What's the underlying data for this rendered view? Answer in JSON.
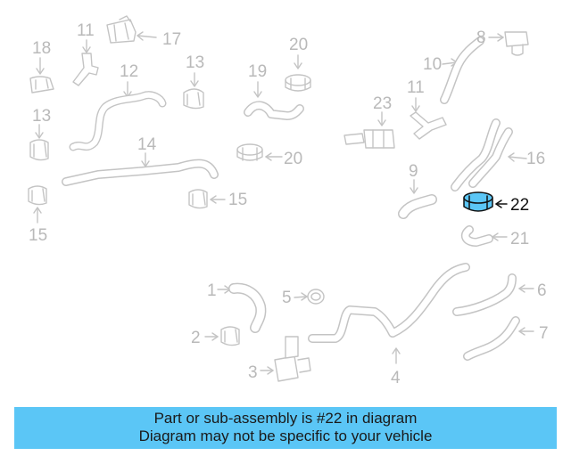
{
  "diagram": {
    "highlight_part": "22",
    "colors": {
      "part_stroke": "#c4c4c4",
      "part_fill": "#ffffff",
      "label": "#b9b9b9",
      "highlight_fill": "#5bc6f6",
      "highlight_stroke": "#111111",
      "banner_bg": "#5bc6f6"
    },
    "callouts": [
      {
        "id": "part-18",
        "label": "18"
      },
      {
        "id": "part-11-top",
        "label": "11"
      },
      {
        "id": "part-17",
        "label": "17"
      },
      {
        "id": "part-12",
        "label": "12"
      },
      {
        "id": "part-13-top",
        "label": "13"
      },
      {
        "id": "part-20-top",
        "label": "20"
      },
      {
        "id": "part-19",
        "label": "19"
      },
      {
        "id": "part-8",
        "label": "8"
      },
      {
        "id": "part-10",
        "label": "10"
      },
      {
        "id": "part-13-left",
        "label": "13"
      },
      {
        "id": "part-14",
        "label": "14"
      },
      {
        "id": "part-23",
        "label": "23"
      },
      {
        "id": "part-11-right",
        "label": "11"
      },
      {
        "id": "part-16",
        "label": "16"
      },
      {
        "id": "part-20-mid",
        "label": "20"
      },
      {
        "id": "part-9",
        "label": "9"
      },
      {
        "id": "part-22",
        "label": "22"
      },
      {
        "id": "part-15-right",
        "label": "15"
      },
      {
        "id": "part-15-left",
        "label": "15"
      },
      {
        "id": "part-21",
        "label": "21"
      },
      {
        "id": "part-1",
        "label": "1"
      },
      {
        "id": "part-5",
        "label": "5"
      },
      {
        "id": "part-6",
        "label": "6"
      },
      {
        "id": "part-2",
        "label": "2"
      },
      {
        "id": "part-7",
        "label": "7"
      },
      {
        "id": "part-3",
        "label": "3"
      },
      {
        "id": "part-4",
        "label": "4"
      }
    ]
  },
  "banner": {
    "line1": "Part or sub-assembly is #22 in diagram",
    "line2": "Diagram may not be specific to your vehicle"
  }
}
